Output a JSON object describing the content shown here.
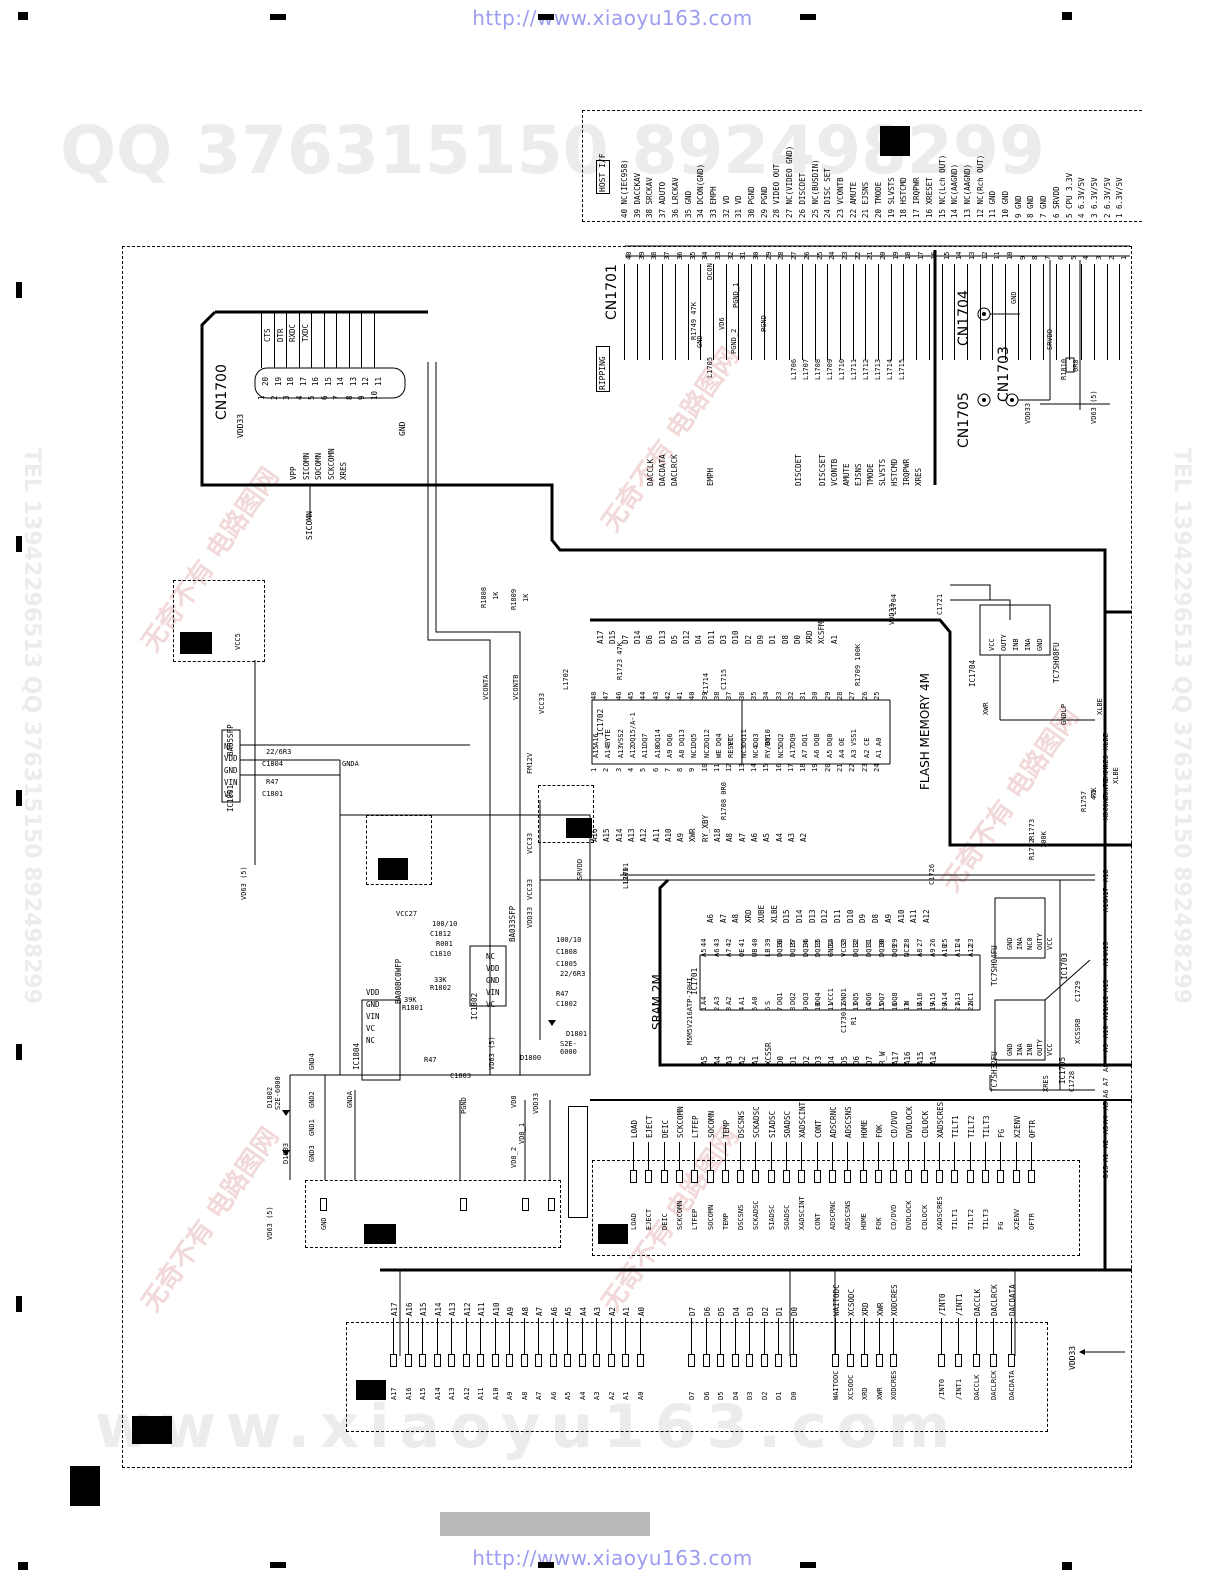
{
  "watermarks": {
    "url_top": "http://www.xiaoyu163.com",
    "url_bottom": "http://www.xiaoyu163.com",
    "qq_line": "QQ 376315150   892498299",
    "tel_line": "TEL 13942296513   QQ 376315150 892498299",
    "site_big": "www.xiaoyu163.com",
    "cn_text": "无奇不有 电路图网"
  },
  "host_if": {
    "connector": "CN1701",
    "box_label": "HOST I/F",
    "ripping_label": "RIPPING",
    "pins": [
      {
        "num": "40",
        "name": "NC(IEC958)"
      },
      {
        "num": "39",
        "name": "DACCKAV"
      },
      {
        "num": "38",
        "name": "SRCKAV"
      },
      {
        "num": "37",
        "name": "ADUTO"
      },
      {
        "num": "36",
        "name": "LRCKAV"
      },
      {
        "num": "35",
        "name": "GND"
      },
      {
        "num": "34",
        "name": "DCON(GND)"
      },
      {
        "num": "33",
        "name": "EMPH"
      },
      {
        "num": "32",
        "name": "VD"
      },
      {
        "num": "31",
        "name": "VD"
      },
      {
        "num": "30",
        "name": "PGND"
      },
      {
        "num": "29",
        "name": "PGND"
      },
      {
        "num": "28",
        "name": "VIDEO OUT"
      },
      {
        "num": "27",
        "name": "NC(VIDEO GND)"
      },
      {
        "num": "26",
        "name": "DISCDET"
      },
      {
        "num": "25",
        "name": "NC(BUSDIN)"
      },
      {
        "num": "24",
        "name": "DISC SET"
      },
      {
        "num": "23",
        "name": "VCONTB"
      },
      {
        "num": "22",
        "name": "AMUTE"
      },
      {
        "num": "21",
        "name": "EJSNS"
      },
      {
        "num": "20",
        "name": "TMODE"
      },
      {
        "num": "19",
        "name": "SLVSTS"
      },
      {
        "num": "18",
        "name": "HSTCMD"
      },
      {
        "num": "17",
        "name": "IRQPWR"
      },
      {
        "num": "16",
        "name": "XRESET"
      },
      {
        "num": "15",
        "name": "NC(Lch OUT)"
      },
      {
        "num": "14",
        "name": "NC(AAGND)"
      },
      {
        "num": "13",
        "name": "NC(AAGND)"
      },
      {
        "num": "12",
        "name": "NC(Rch OUT)"
      },
      {
        "num": "11",
        "name": "GND"
      },
      {
        "num": "10",
        "name": "GND"
      },
      {
        "num": "9",
        "name": "GND"
      },
      {
        "num": "8",
        "name": "GND"
      },
      {
        "num": "7",
        "name": "GND"
      },
      {
        "num": "6",
        "name": "SRVDD"
      },
      {
        "num": "5",
        "name": "CPU 3.3V"
      },
      {
        "num": "4",
        "name": "6.3V/5V"
      },
      {
        "num": "3",
        "name": "6.3V/5V"
      },
      {
        "num": "2",
        "name": "6.3V/5V"
      },
      {
        "num": "1",
        "name": "6.3V/5V"
      }
    ],
    "host_signals": [
      "DACCLK",
      "DACDATA",
      "DACLRCK",
      "EMPH",
      "DISCDET",
      "DISCSET",
      "VCONTB",
      "AMUTE",
      "EJSNS",
      "TMODE",
      "SLVSTS",
      "HSTCMD",
      "IRQPWR",
      "XRES"
    ],
    "filters": [
      "L1706",
      "L1707",
      "L1708",
      "L1709",
      "L1710",
      "L1711",
      "L1712",
      "L1713",
      "L1714",
      "L1715"
    ],
    "parts": [
      "R1749",
      "47K",
      "DCON",
      "VD6",
      "L1705",
      "PGND_1",
      "PGND_2",
      "PGND",
      "GND"
    ]
  },
  "cn1700": {
    "label": "CN1700",
    "top_pins": [
      "20",
      "19",
      "18",
      "17",
      "16",
      "15",
      "14",
      "13",
      "12",
      "11"
    ],
    "bottom_pins": [
      "1",
      "2",
      "3",
      "4",
      "5",
      "6",
      "7",
      "8",
      "9",
      "10"
    ],
    "top_signals": [
      "CTS",
      "DTR",
      "RXDC",
      "TXDC"
    ],
    "left_signals": [
      "VPP",
      "SICOMN",
      "SOCOMN",
      "SCKCOMN",
      "XRES"
    ],
    "power": "VDD33",
    "gnd": "GND",
    "wire": "SICOMN"
  },
  "connectors_right": {
    "cn1704": "CN1704",
    "cn1703": "CN1703",
    "cn1705": "CN1705",
    "labels": [
      "SRVDD",
      "VDD33",
      "VD63 (5)",
      "R1810",
      "0R0",
      "GND"
    ]
  },
  "flash": {
    "ic": "IC1702",
    "label": "FLASH MEMORY 4M",
    "top_pins": [
      "48",
      "47",
      "46",
      "45",
      "44",
      "43",
      "42",
      "41",
      "40",
      "39",
      "38",
      "37",
      "36",
      "35",
      "34",
      "33",
      "32",
      "31",
      "30",
      "29",
      "28",
      "27",
      "26",
      "25"
    ],
    "top_names": [
      "A16",
      "BYTE",
      "VSS2",
      "DQ15/A-1",
      "DQ7",
      "DQ14",
      "DQ6",
      "DQ13",
      "DQ5",
      "DQ12",
      "DQ4",
      "VCC",
      "DQ11",
      "DQ3",
      "DQ10",
      "DQ2",
      "DQ9",
      "DQ1",
      "DQ8",
      "DQ0",
      "OE",
      "VSS1",
      "CE",
      "A0"
    ],
    "top_nets": [
      "A17",
      "D15",
      "D7",
      "D14",
      "D6",
      "D13",
      "D5",
      "D12",
      "D4",
      "D11",
      "D3",
      "D10",
      "D2",
      "D9",
      "D1",
      "D8",
      "D0",
      "XRD",
      "XCSFM",
      "A1"
    ],
    "bottom_pins": [
      "1",
      "2",
      "3",
      "4",
      "5",
      "6",
      "7",
      "8",
      "9",
      "10",
      "11",
      "12",
      "13",
      "14",
      "15",
      "16",
      "17",
      "18",
      "19",
      "20",
      "21",
      "22",
      "23",
      "24"
    ],
    "bottom_names": [
      "A15",
      "A14",
      "A13",
      "A12",
      "A11",
      "A10",
      "A9",
      "A8",
      "NC1",
      "NC2",
      "WE",
      "RESET",
      "NC3",
      "NC4",
      "RY/BY",
      "NC5",
      "A17",
      "A7",
      "A6",
      "A5",
      "A4",
      "A3",
      "A2",
      "A1"
    ],
    "bottom_nets": [
      "A16",
      "A15",
      "A14",
      "A13",
      "A12",
      "A11",
      "A10",
      "A9",
      "XWR",
      "RY_XBY",
      "A18",
      "A8",
      "A7",
      "A6",
      "A5",
      "A4",
      "A3",
      "A2"
    ],
    "parts": [
      "R1723",
      "47K",
      "C1714",
      "C1715",
      "R1709",
      "100K",
      "R1708",
      "0R0",
      "L1702",
      "VCC33"
    ]
  },
  "ic1704": {
    "ic": "IC1704",
    "part": "TC7SH08FU",
    "pins": [
      "VCC",
      "OUTY",
      "INB",
      "INA",
      "GND"
    ],
    "parts": [
      "L1704",
      "C1721",
      "VDD33",
      "XWR",
      "XLBE",
      "GNDLP"
    ]
  },
  "regulators": {
    "ic1801": {
      "ic": "IC1801",
      "part": "BA05SFP",
      "pins": [
        "NC",
        "VDD",
        "GND",
        "VIN",
        "VC"
      ],
      "parts": [
        "C1804",
        "C1801",
        "22/6R3",
        "R47",
        "VCC5",
        "GNDA",
        "VD63 (5)"
      ]
    },
    "ic1804": {
      "ic": "IC1804",
      "part": "BA00BC0WFP",
      "pins": [
        "VDD",
        "GND",
        "VIN",
        "VC",
        "NC"
      ],
      "parts": [
        "R1801",
        "39K",
        "R1802",
        "33K",
        "C1810",
        "C1812",
        "100/10",
        "R001",
        "VCC27",
        "C1803",
        "R47"
      ]
    },
    "ic1802": {
      "ic": "IC1802",
      "part": "BA033SFP",
      "pins": [
        "NC",
        "VDD",
        "GND",
        "VIN",
        "VC"
      ],
      "parts": [
        "C1805",
        "C1808",
        "100/10",
        "22/6R3",
        "C1802",
        "R47",
        "VCC33",
        "D1801",
        "S2E-6000",
        "D1800",
        "VD63 (5)"
      ]
    },
    "misc": [
      "R1808",
      "1K",
      "R1809",
      "1K",
      "VCONTA",
      "VCONTB",
      "FM12V",
      "SRVDD",
      "L1701",
      "VDD33",
      "VCC33"
    ]
  },
  "sram": {
    "ic": "IC1701",
    "part": "M5M5V216ATP-70HI",
    "label": "SRAM 2M",
    "top_pins": [
      "44",
      "43",
      "42",
      "41",
      "40",
      "39",
      "38",
      "37",
      "36",
      "35",
      "34",
      "33",
      "32",
      "31",
      "30",
      "29",
      "28",
      "27",
      "26",
      "25",
      "24",
      "23"
    ],
    "top_names": [
      "A5",
      "A6",
      "A7",
      "OE",
      "UB",
      "LB",
      "DQ16",
      "DQ15",
      "DQ14",
      "DQ13",
      "GND2",
      "VCC2",
      "DQ12",
      "DQ11",
      "DQ10",
      "DQ9",
      "NC2",
      "A8",
      "A9",
      "A10",
      "A11",
      "A12"
    ],
    "top_nets": [
      "A6",
      "A7",
      "A8",
      "XRD",
      "XUBE",
      "XLBE",
      "D15",
      "D14",
      "D13",
      "D12",
      "D11",
      "D10",
      "D9",
      "D8",
      "A9",
      "A10",
      "A11",
      "A12"
    ],
    "bottom_pins": [
      "1",
      "2",
      "3",
      "4",
      "5",
      "6",
      "7",
      "8",
      "9",
      "10",
      "11",
      "12",
      "13",
      "14",
      "15",
      "16",
      "17",
      "18",
      "19",
      "20",
      "21",
      "22"
    ],
    "bottom_names": [
      "A4",
      "A3",
      "A2",
      "A1",
      "A0",
      "S",
      "DQ1",
      "DQ2",
      "DQ3",
      "DQ4",
      "VCC1",
      "GND1",
      "DQ5",
      "DQ6",
      "DQ7",
      "DQ8",
      "W",
      "A16",
      "A15",
      "A14",
      "A13",
      "NC1"
    ],
    "bottom_nets": [
      "A5",
      "A4",
      "A3",
      "A2",
      "A1",
      "XCSSR",
      "D0",
      "D1",
      "D2",
      "D3",
      "D4",
      "D5",
      "D6",
      "D7",
      "R_W",
      "A17",
      "A16",
      "A15",
      "A14"
    ],
    "parts": [
      "C1730",
      "R1",
      "C1726",
      "L1701"
    ]
  },
  "logic_right": {
    "ic1703": {
      "ic": "IC1703",
      "part": "TC7SH04FU",
      "pins": [
        "GND",
        "INA",
        "NC0",
        "OUTY",
        "VCC"
      ]
    },
    "ic1705": {
      "ic": "IC1705",
      "part": "TC7SH32FU",
      "pins": [
        "GND",
        "INA",
        "INB",
        "OUTY",
        "VCC"
      ]
    },
    "parts": [
      "R1757",
      "47K",
      "R1773",
      "R1772",
      "100K",
      "C1729",
      "C1728",
      "XCSSRB",
      "XRES",
      "XLBE",
      "R1"
    ],
    "edge_labels": [
      "XLBE",
      "XRES",
      "EMPH",
      "CONTR",
      "XDCONT",
      "A18",
      "A17",
      "A16",
      "A15",
      "A14",
      "A13",
      "A12",
      "A11",
      "A10",
      "A9",
      "A8",
      "A7",
      "A6",
      "A5",
      "A4",
      "A3",
      "A2",
      "A1",
      "D15"
    ]
  },
  "misc_conn": {
    "labels": [
      "GND",
      "GNDA",
      "PGND",
      "VD8",
      "VDD33",
      "VD8_1",
      "VD8_2",
      "VD63 (5)",
      "D1802",
      "S2E-6000",
      "D1803",
      "GND1",
      "GND2",
      "GND3",
      "GND4"
    ]
  },
  "servo_conn": {
    "signals": [
      "LOAD",
      "EJECT",
      "DEIC",
      "SCKCOMN",
      "LTFEP",
      "SOCOMN",
      "TEMP",
      "DSCSNS",
      "SCKADSC",
      "SIADSC",
      "SOADSC",
      "XADSCINT",
      "CONT",
      "ADSCRNC",
      "ADSCSNS",
      "HOME",
      "FOK",
      "CD/DVD",
      "DVDLOCK",
      "CDLOCK",
      "XADSCRES",
      "TILT1",
      "TILT2",
      "TILT3",
      "FG",
      "X2ENV",
      "OFTR"
    ]
  },
  "bus_conn": {
    "address": [
      "A17",
      "A16",
      "A15",
      "A14",
      "A13",
      "A12",
      "A11",
      "A10",
      "A9",
      "A8",
      "A7",
      "A6",
      "A5",
      "A4",
      "A3",
      "A2",
      "A1",
      "A0"
    ],
    "data": [
      "D7",
      "D6",
      "D5",
      "D4",
      "D3",
      "D2",
      "D1",
      "D0"
    ],
    "control": [
      "WAITODC",
      "XCSODC",
      "XRD",
      "XWR",
      "XODCRES"
    ],
    "irq": [
      "/INT0",
      "/INT1",
      "DACCLK",
      "DACLRCK",
      "DACDATA"
    ],
    "vdd": "VDD33"
  }
}
